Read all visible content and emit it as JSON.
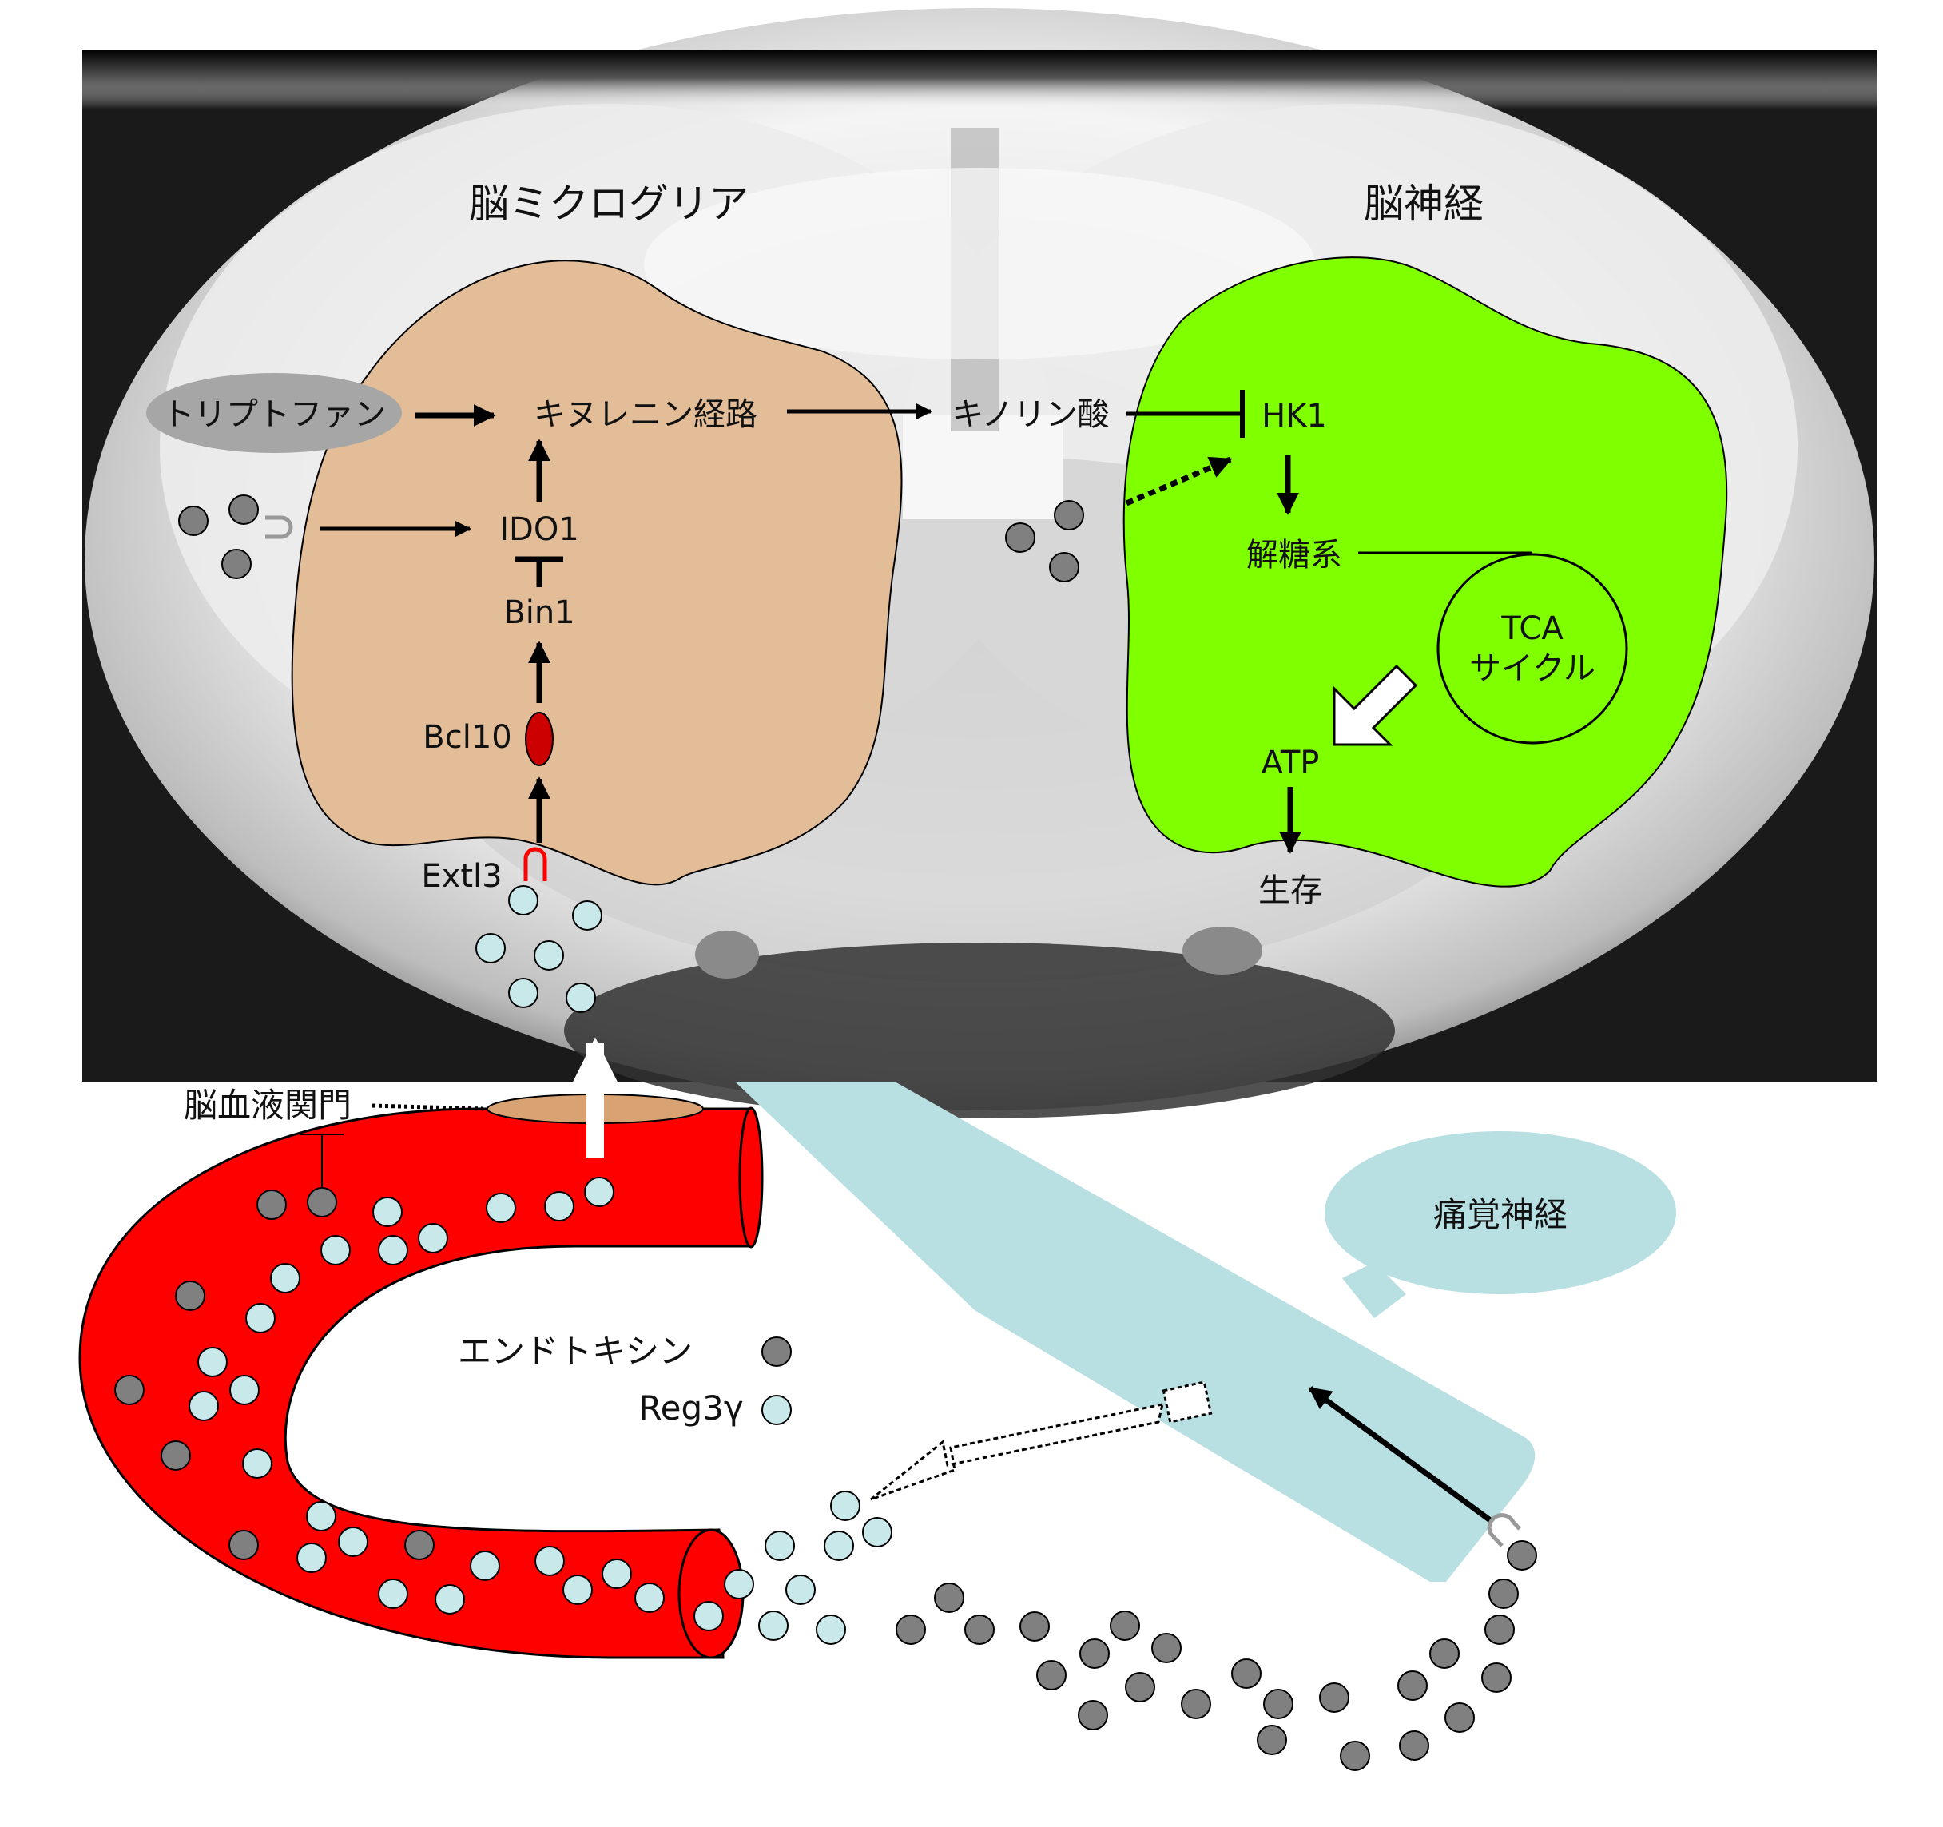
{
  "labels": {
    "microglia_title": "脳ミクログリア",
    "neuron_title": "脳神経",
    "tryptophan": "トリプトファン",
    "kynurenine_pathway": "キヌレニン経路",
    "kynurenic_acid": "キノリン酸",
    "hk1": "HK1",
    "ido1": "IDO1",
    "bin1": "Bin1",
    "bcl10": "Bcl10",
    "extl3": "Extl3",
    "glycolysis": "解糖系",
    "tca_line1": "TCA",
    "tca_line2": "サイクル",
    "atp": "ATP",
    "survival": "生存",
    "bcsfb": "脳血液関門",
    "pain_nerve": "痛覚神経"
  },
  "legend": {
    "endotoxin": "エンドトキシン",
    "reg3g": "Reg3γ"
  },
  "colors": {
    "microglia_fill": "#e3bd98",
    "neuron_fill": "#80ff00",
    "vessel_red": "#ff0000",
    "nerve_blue": "#b8dfe2",
    "endotoxin_dot": "#808080",
    "reg3g_dot": "#c9e8ea",
    "bcl10_red": "#cc0000",
    "barrier_orange": "#d9a273"
  }
}
